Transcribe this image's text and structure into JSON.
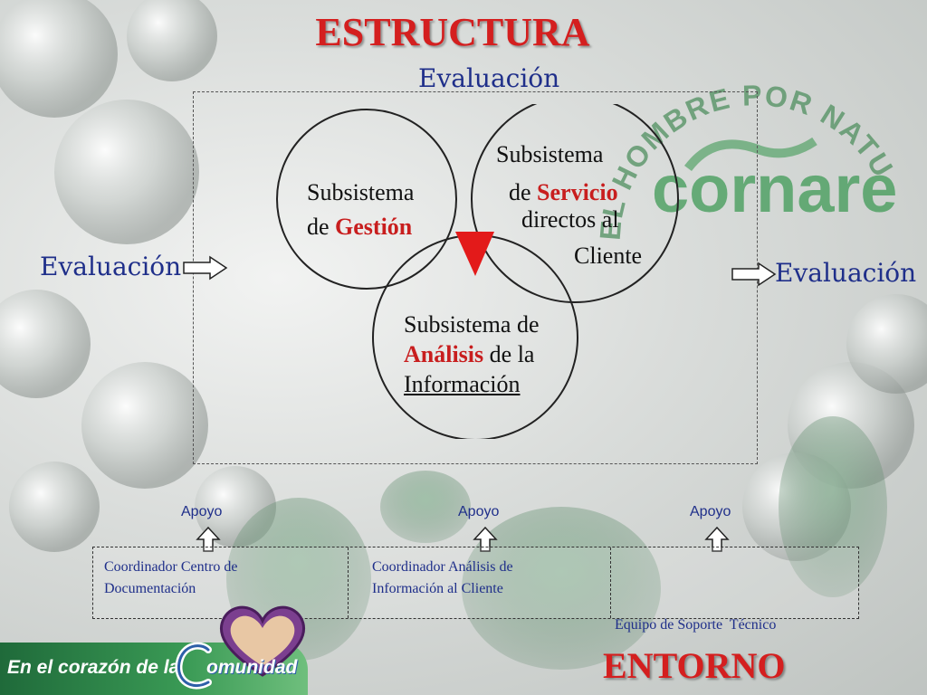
{
  "title": "ESTRUCTURA",
  "evaluation_label": "Evaluación",
  "subsystems": {
    "gestion": {
      "line1": "Subsistema",
      "line2_prefix": "de ",
      "line2_highlight": "Gestión"
    },
    "servicio": {
      "line1": "Subsistema",
      "line2_prefix": "de ",
      "line2_highlight": "Servicio",
      "line3": "directos al",
      "line4": "Cliente"
    },
    "analisis": {
      "line1": "Subsistema de",
      "line2_highlight": "Análisis",
      "line2_suffix": " de la",
      "line3": "Información"
    }
  },
  "support": {
    "label": "Apoyo",
    "cells": [
      {
        "line1": "Coordinador Centro de",
        "line2": "Documentación"
      },
      {
        "line1": "Coordinador Análisis de",
        "line2": "Información al Cliente"
      },
      {
        "line1": "Equipo de Soporte  Técnico"
      }
    ]
  },
  "footer": {
    "entorno": "ENTORNO",
    "banner_prefix": "En el corazón de la",
    "banner_brand": "omunidad"
  },
  "logo": {
    "arc_text": "EL HOMBRE POR NATURALEZA",
    "brand": "cornare"
  },
  "colors": {
    "title_red": "#d41f1f",
    "label_blue": "#1f2f8a",
    "highlight_red": "#c81e1e",
    "logo_green": "#3f9a55",
    "intersection_red": "#e31a1a"
  }
}
